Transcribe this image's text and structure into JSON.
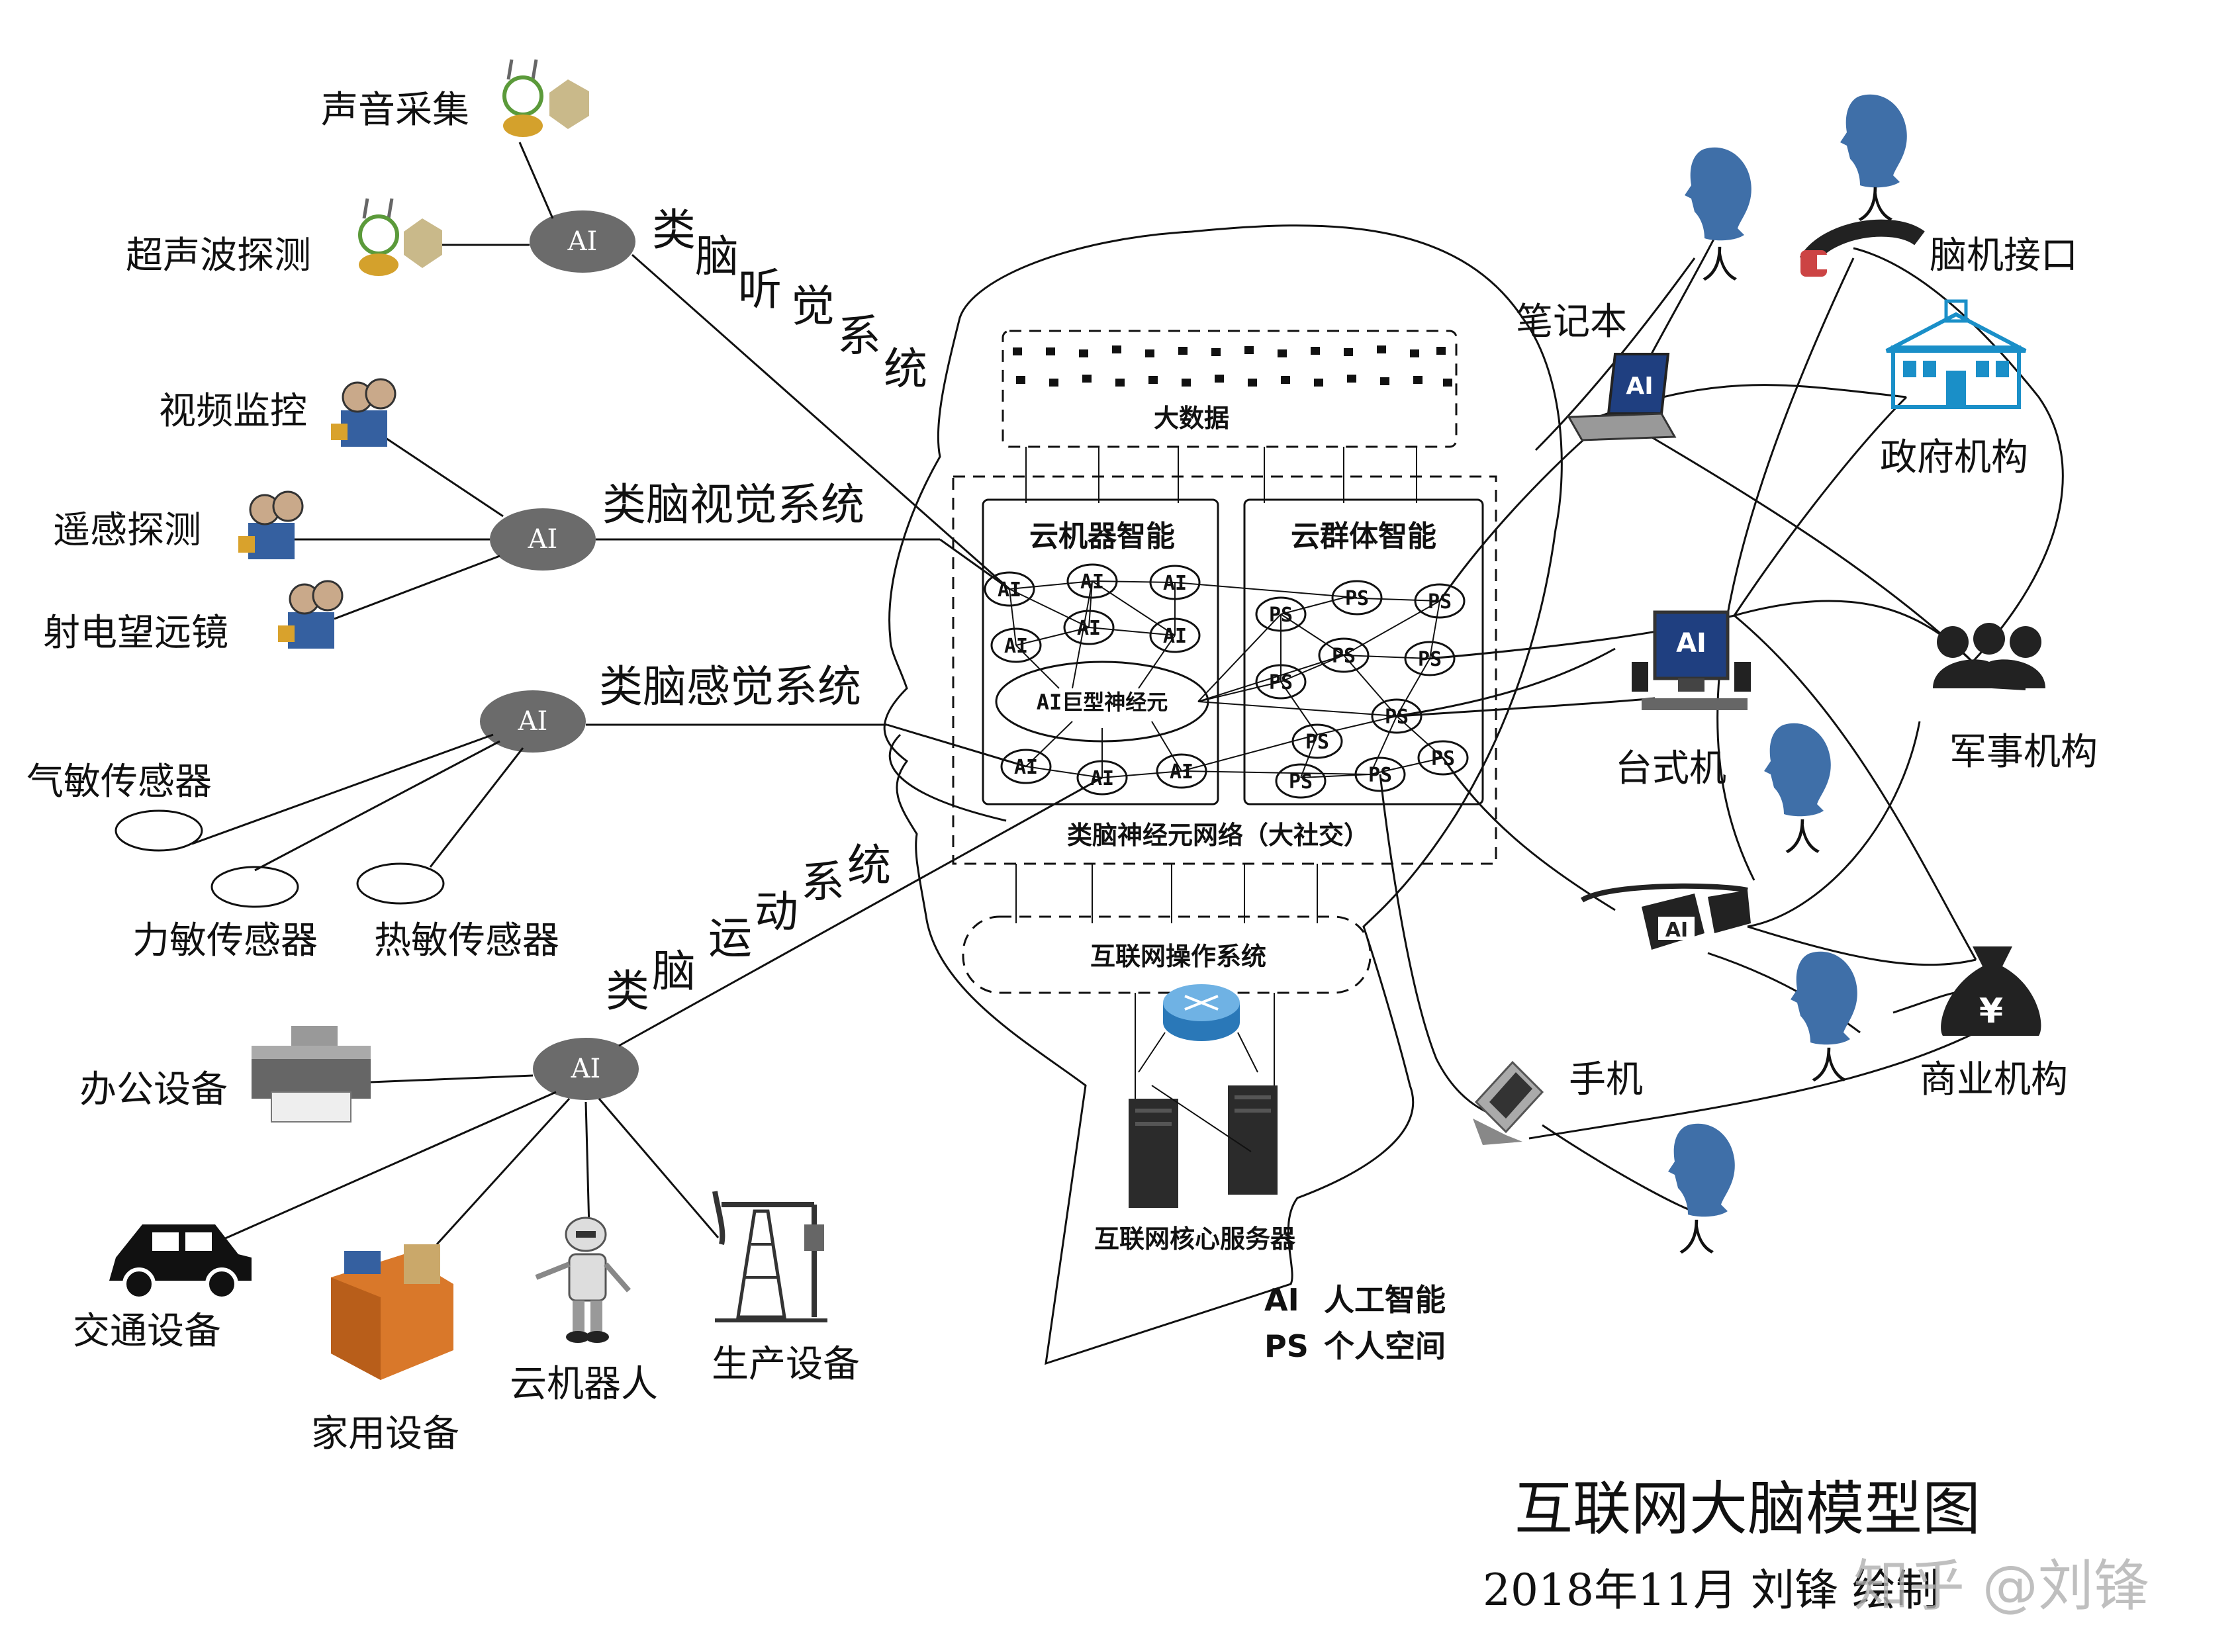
{
  "colors": {
    "line": "#111111",
    "hub": "#6b6b6b",
    "person": "#3f6fa8",
    "gov": "#1a8fc8",
    "box_orange": "#d9782a",
    "watermark": "#b0b0b0"
  },
  "hubs": {
    "hearing": "AI",
    "vision": "AI",
    "feeling": "AI",
    "motion": "AI"
  },
  "left_labels": {
    "sound": "声音采集",
    "ultrasound": "超声波探测",
    "video": "视频监控",
    "remote": "遥感探测",
    "radio": "射电望远镜",
    "gas": "气敏传感器",
    "force": "力敏传感器",
    "heat": "热敏传感器",
    "office": "办公设备",
    "traffic": "交通设备",
    "home": "家用设备",
    "robot": "云机器人",
    "production": "生产设备"
  },
  "system_labels": {
    "hearing": [
      "类",
      "脑",
      "听",
      "觉",
      "系",
      "统"
    ],
    "vision": "类脑视觉系统",
    "feeling": "类脑感觉系统",
    "motion": [
      "类",
      "脑",
      "运",
      "动",
      "系",
      "统"
    ]
  },
  "brain": {
    "big_data": "大数据",
    "cloud_machine": "云机器智能",
    "cloud_group": "云群体智能",
    "giant_neuron": "AI巨型神经元",
    "network": "类脑神经元网络（大社交）",
    "os": "互联网操作系统",
    "servers": "互联网核心服务器",
    "ai_node": "AI",
    "ps_node": "PS"
  },
  "right_labels": {
    "laptop": "笔记本",
    "bci": "脑机接口",
    "gov": "政府机构",
    "desktop": "台式机",
    "military": "军事机构",
    "commerce": "商业机构",
    "phone": "手机",
    "person": "人"
  },
  "device_badges": {
    "laptop": "AI",
    "desktop": "AI",
    "glasses": "AI",
    "money": "¥"
  },
  "legend": {
    "ai_key": "AI",
    "ai_desc": "人工智能",
    "ps_key": "PS",
    "ps_desc": "个人空间"
  },
  "footer": {
    "title": "互联网大脑模型图",
    "credit": "2018年11月  刘锋  绘制",
    "watermark": "知乎 @刘锋"
  }
}
